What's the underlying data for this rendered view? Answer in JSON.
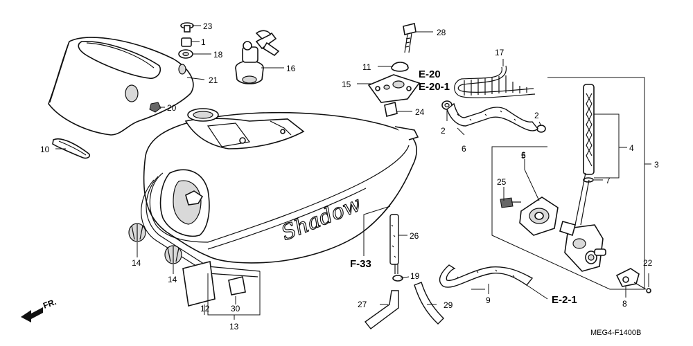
{
  "callouts": {
    "c1": "1",
    "c2a": "2",
    "c2b": "2",
    "c3": "3",
    "c4": "4",
    "c5": "5",
    "c6a": "6",
    "c6b": "6",
    "c7": "7",
    "c8": "8",
    "c9": "9",
    "c10": "10",
    "c11": "11",
    "c12": "12",
    "c13": "13",
    "c14a": "14",
    "c14b": "14",
    "c15": "15",
    "c16": "16",
    "c17": "17",
    "c18": "18",
    "c19": "19",
    "c20": "20",
    "c21": "21",
    "c22": "22",
    "c23": "23",
    "c24": "24",
    "c25": "25",
    "c26": "26",
    "c27": "27",
    "c28": "28",
    "c29": "29",
    "c30": "30"
  },
  "references": {
    "e20": "E-20",
    "e20_1": "E-20-1",
    "f33": "F-33",
    "e2_1": "E-2-1"
  },
  "front_indicator": "FR.",
  "tank_logo": "Shadow",
  "diagram_code": "MEG4-F1400B"
}
